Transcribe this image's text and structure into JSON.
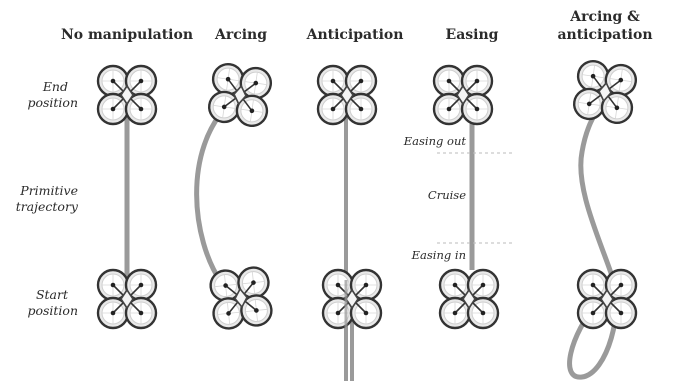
{
  "columns": [
    {
      "title": "No manipulation"
    },
    {
      "title": "Arcing"
    },
    {
      "title": "Anticipation"
    },
    {
      "title": "Easing"
    },
    {
      "title_line1": "Arcing &",
      "title_line2": "anticipation"
    }
  ],
  "rows": {
    "end": {
      "line1": "End",
      "line2": "position"
    },
    "trajectory": {
      "line1": "Primitive",
      "line2": "trajectory"
    },
    "start": {
      "line1": "Start",
      "line2": "position"
    }
  },
  "easing_phases": {
    "out": "Easing out",
    "cruise": "Cruise",
    "in": "Easing in"
  },
  "colors": {
    "drone_stroke": "#333333",
    "drone_fill": "#e6e6e6",
    "trajectory": "#9a9a9a",
    "text": "#2b2b2b"
  }
}
